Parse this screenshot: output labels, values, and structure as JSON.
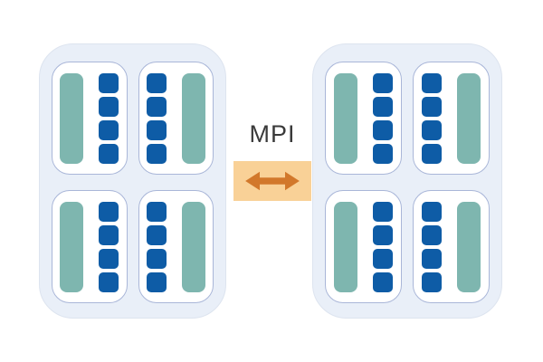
{
  "connector": {
    "label": "MPI",
    "arrow_icon": "double-headed-horizontal-arrow"
  },
  "colors": {
    "page_bg": "#ffffff",
    "node_bg": "#e9eff8",
    "node_border": "#dde4ef",
    "card_bg": "#ffffff",
    "card_border": "#a9b6d8",
    "memory_bar": "#7eb6af",
    "core_square": "#0e5ca6",
    "connector_box": "#f9d197",
    "connector_arrow": "#d2782b",
    "label_text": "#3a3a3a"
  },
  "nodes": [
    {
      "name": "node-left",
      "sockets": [
        {
          "bar_side": "left",
          "cores": 4
        },
        {
          "bar_side": "right",
          "cores": 4
        },
        {
          "bar_side": "left",
          "cores": 4
        },
        {
          "bar_side": "right",
          "cores": 4
        }
      ]
    },
    {
      "name": "node-right",
      "sockets": [
        {
          "bar_side": "left",
          "cores": 4
        },
        {
          "bar_side": "right",
          "cores": 4
        },
        {
          "bar_side": "left",
          "cores": 4
        },
        {
          "bar_side": "right",
          "cores": 4
        }
      ]
    }
  ]
}
